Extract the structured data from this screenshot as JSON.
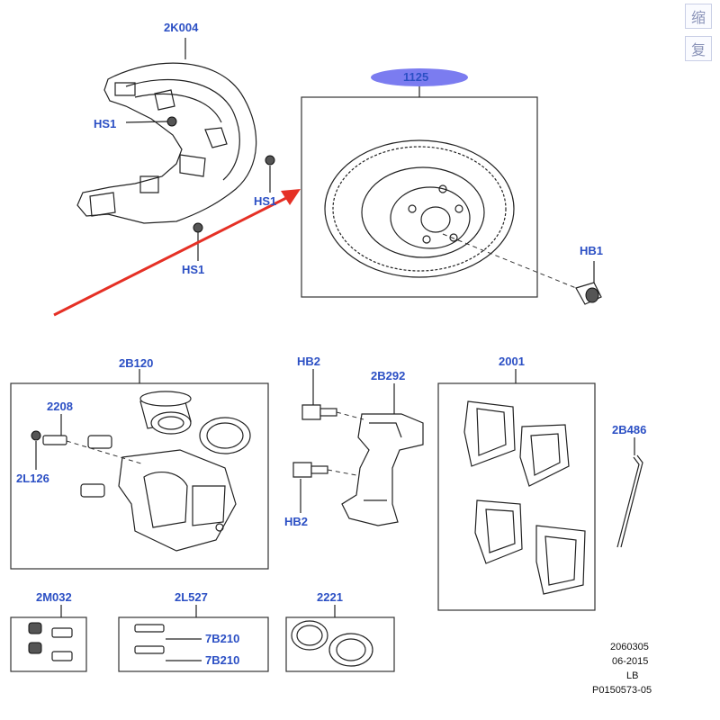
{
  "labels": {
    "deflector": "2K004",
    "hs1_top": "HS1",
    "hs1_right": "HS1",
    "hs1_bottom": "HS1",
    "disc": "1125",
    "hb1": "HB1",
    "caliper_kit": "2B120",
    "pin_2208": "2208",
    "bleed_2l126": "2L126",
    "hb2_top": "HB2",
    "carrier": "2B292",
    "hb2_bottom": "HB2",
    "pads": "2001",
    "clip": "2B486",
    "bushes": "2M032",
    "pins_2l527": "2L527",
    "pin_a": "7B210",
    "pin_b": "7B210",
    "seals": "2221"
  },
  "footer": {
    "line1": "2060305",
    "line2": "06-2015",
    "line3": "LB",
    "line4": "P0150573-05"
  },
  "side_buttons": {
    "zoom": "缩",
    "copy": "复"
  },
  "colors": {
    "label": "#2b4fc4",
    "highlight": "#7b7cf0",
    "arrow": "#e53025"
  }
}
